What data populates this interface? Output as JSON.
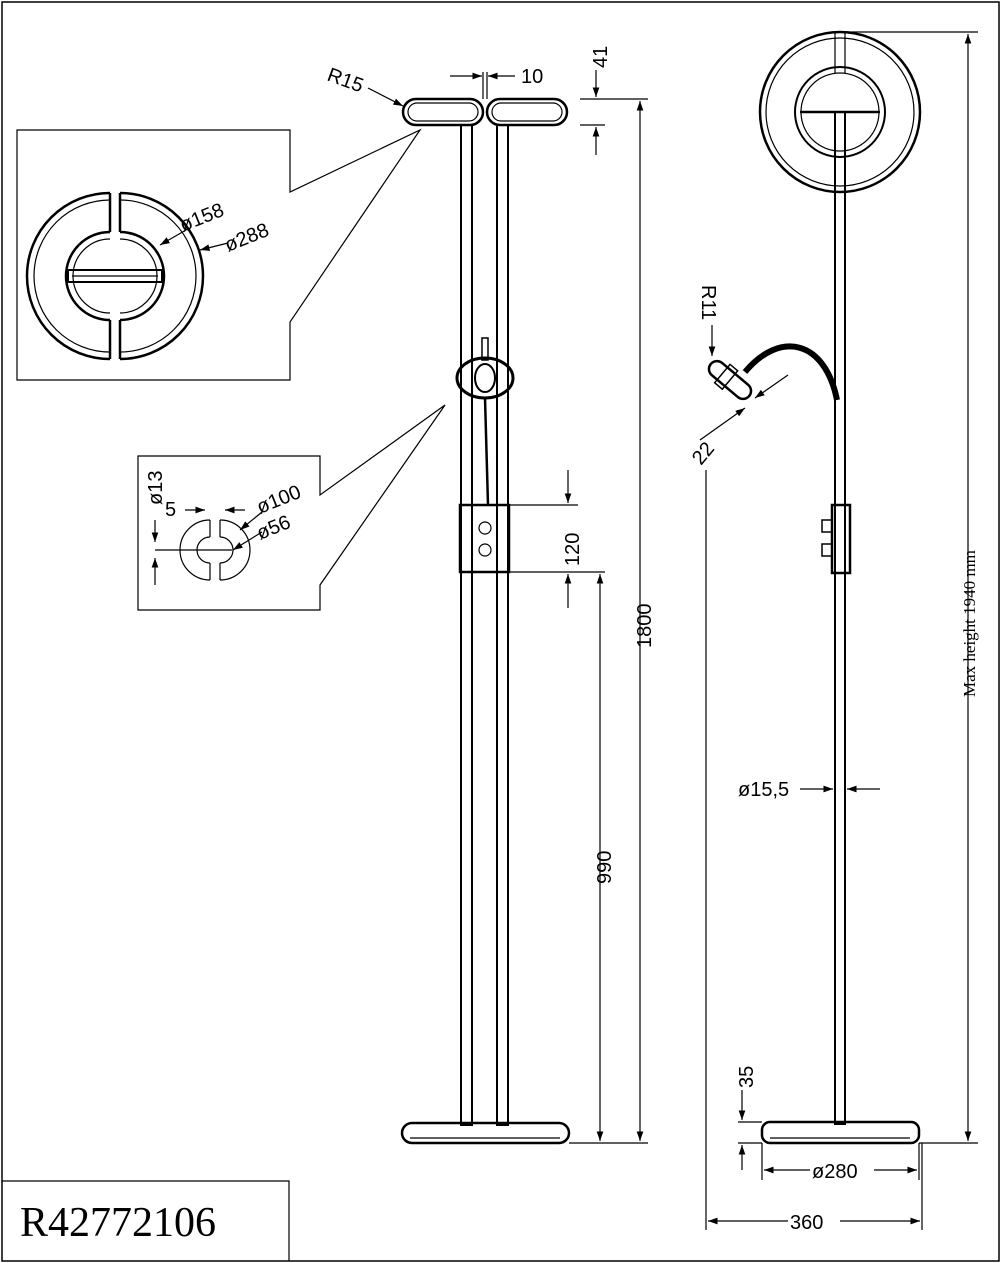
{
  "model_code": "R42772106",
  "dimensions": {
    "head_radius": "R15",
    "gap": "10",
    "head_thickness": "41",
    "inner_ring_diameter": "ø158",
    "outer_ring_diameter": "ø288",
    "spot_stem": "ø13",
    "spot_offset": "5",
    "spot_outer_diameter": "ø100",
    "spot_inner_diameter": "ø56",
    "switch_height": "120",
    "total_height": "1800",
    "switch_position": "990",
    "reading_radius": "R11",
    "reading_thickness": "22",
    "pole_diameter": "ø15,5",
    "max_height": "Max height 1940 mm",
    "base_height": "35",
    "base_diameter": "ø280",
    "base_width": "360"
  }
}
